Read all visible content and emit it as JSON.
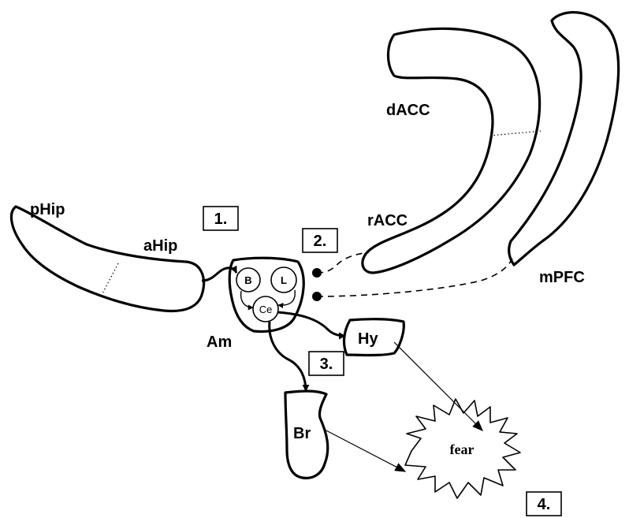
{
  "regions": {
    "pHip": "pHip",
    "aHip": "aHip",
    "dACC": "dACC",
    "rACC": "rACC",
    "mPFC": "mPFC",
    "Am": "Am",
    "Hy": "Hy",
    "Br": "Br"
  },
  "nuclei": {
    "B": "B",
    "L": "L",
    "Ce": "Ce"
  },
  "outcome": "fear",
  "steps": [
    "1.",
    "2.",
    "3.",
    "4."
  ]
}
